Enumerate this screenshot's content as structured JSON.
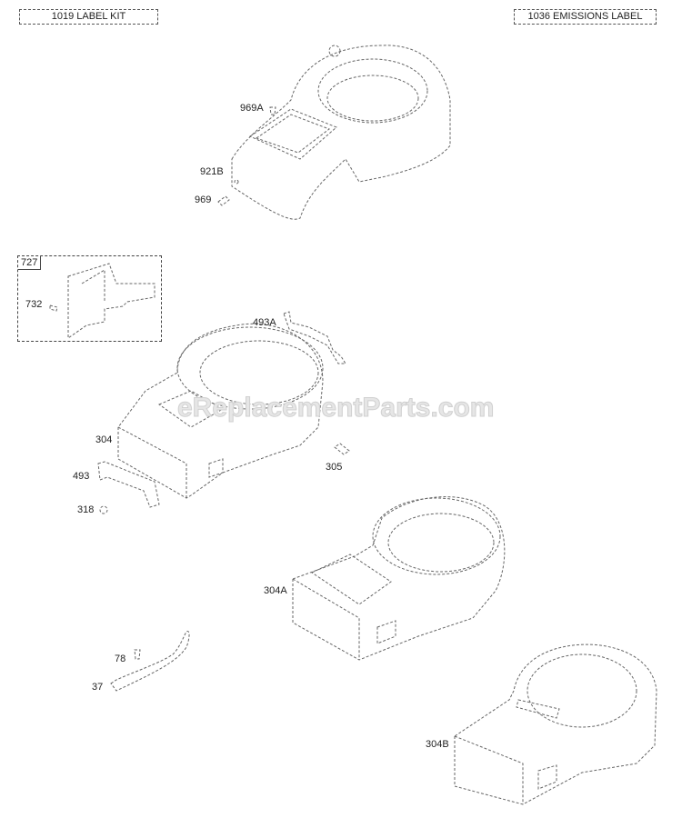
{
  "header": {
    "left_box": "1019 LABEL KIT",
    "right_box": "1036 EMISSIONS LABEL"
  },
  "watermark": "eReplacementParts.com",
  "inset": {
    "tag": "727",
    "part_label": "732"
  },
  "parts": [
    {
      "id": "969A",
      "label": "969A"
    },
    {
      "id": "921B",
      "label": "921B"
    },
    {
      "id": "969",
      "label": "969"
    },
    {
      "id": "493A",
      "label": "493A"
    },
    {
      "id": "304",
      "label": "304"
    },
    {
      "id": "305",
      "label": "305"
    },
    {
      "id": "493",
      "label": "493"
    },
    {
      "id": "318",
      "label": "318"
    },
    {
      "id": "304A",
      "label": "304A"
    },
    {
      "id": "78",
      "label": "78"
    },
    {
      "id": "37",
      "label": "37"
    },
    {
      "id": "304B",
      "label": "304B"
    }
  ]
}
